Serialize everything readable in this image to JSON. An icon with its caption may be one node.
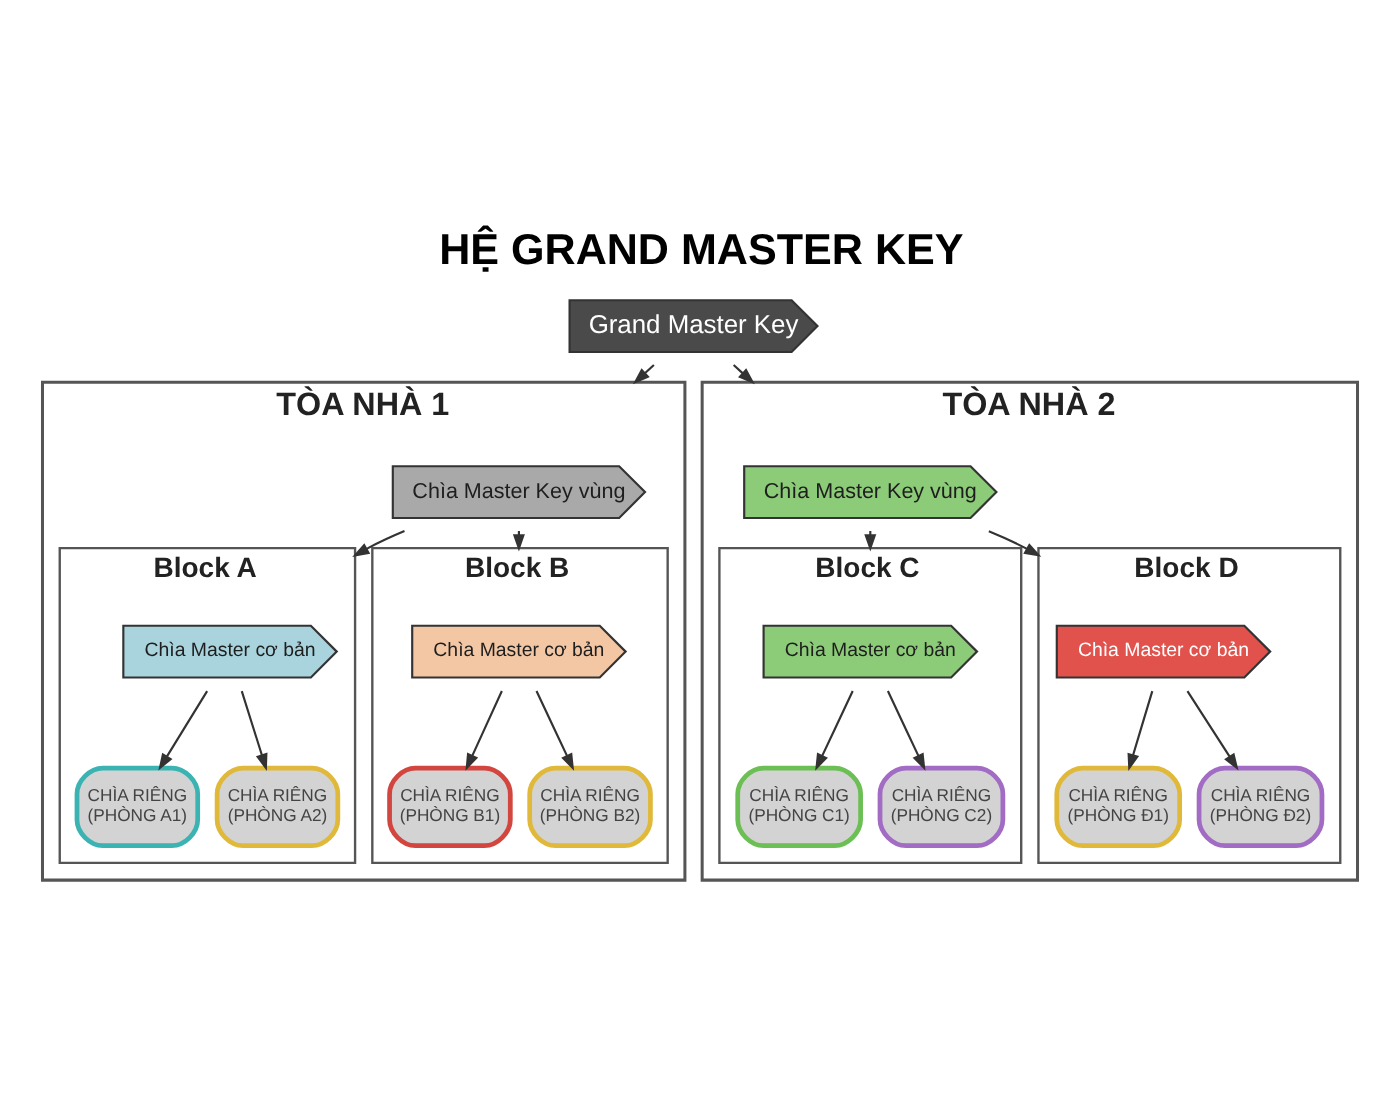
{
  "diagram": {
    "title": "HỆ GRAND MASTER KEY",
    "nodes": [
      {
        "text": [
          "Grand Master Key"
        ]
      },
      {
        "text": [
          "TÒA NHÀ 1"
        ]
      },
      {
        "text": [
          "Chìa Master Key vùng"
        ],
        "in": 1
      },
      {
        "text": [
          "Block A"
        ],
        "in": 1
      },
      {
        "text": [
          "Chìa Master cơ bản"
        ],
        "in": 3
      },
      {
        "text": [
          "CHÌA RIÊNG (PHÒNG A1)"
        ],
        "in": 3
      },
      {
        "text": [
          "CHÌA RIÊNG (PHÒNG A2)"
        ],
        "in": 3
      },
      {
        "text": [
          "Block B"
        ],
        "in": 1
      },
      {
        "text": [
          "Chìa Master cơ bản"
        ],
        "in": 7
      },
      {
        "text": [
          "CHÌA RIÊNG (PHÒNG B1)"
        ],
        "in": 7
      },
      {
        "text": [
          "CHÌA RIÊNG (PHÒNG B2)"
        ],
        "in": 7
      },
      {
        "text": [
          "TÒA NHÀ 2"
        ]
      },
      {
        "text": [
          "Chìa Master Key vùng"
        ],
        "in": 11
      },
      {
        "text": [
          "Block C"
        ],
        "in": 11
      },
      {
        "text": [
          "Chìa Master cơ bản"
        ],
        "in": 13
      },
      {
        "text": [
          "CHÌA RIÊNG (PHÒNG C1)"
        ],
        "in": 13
      },
      {
        "text": [
          "CHÌA RIÊNG (PHÒNG C2)"
        ],
        "in": 13
      },
      {
        "text": [
          "Block D"
        ],
        "in": 11
      },
      {
        "text": [
          "Chìa Master cơ bản"
        ],
        "in": 17
      },
      {
        "text": [
          "CHÌA RIÊNG (PHÒNG Đ1)"
        ],
        "in": 17
      },
      {
        "text": [
          "CHÌA RIÊNG (PHÒNG Đ2)"
        ],
        "in": 17
      }
    ],
    "edges": [
      {
        "from": 0,
        "to": 1,
        "arrow": "to"
      },
      {
        "from": 0,
        "to": 11,
        "arrow": "to"
      },
      {
        "from": 2,
        "to": 3,
        "arrow": "to"
      },
      {
        "from": 2,
        "to": 7,
        "arrow": "to"
      },
      {
        "from": 4,
        "to": 5,
        "arrow": "to"
      },
      {
        "from": 4,
        "to": 6,
        "arrow": "to"
      },
      {
        "from": 8,
        "to": 9,
        "arrow": "to"
      },
      {
        "from": 8,
        "to": 10,
        "arrow": "to"
      },
      {
        "from": 12,
        "to": 13,
        "arrow": "to"
      },
      {
        "from": 12,
        "to": 17,
        "arrow": "to"
      },
      {
        "from": 14,
        "to": 15,
        "arrow": "to"
      },
      {
        "from": 14,
        "to": 16,
        "arrow": "to"
      },
      {
        "from": 18,
        "to": 19,
        "arrow": "to"
      },
      {
        "from": 18,
        "to": 20,
        "arrow": "to"
      }
    ]
  }
}
